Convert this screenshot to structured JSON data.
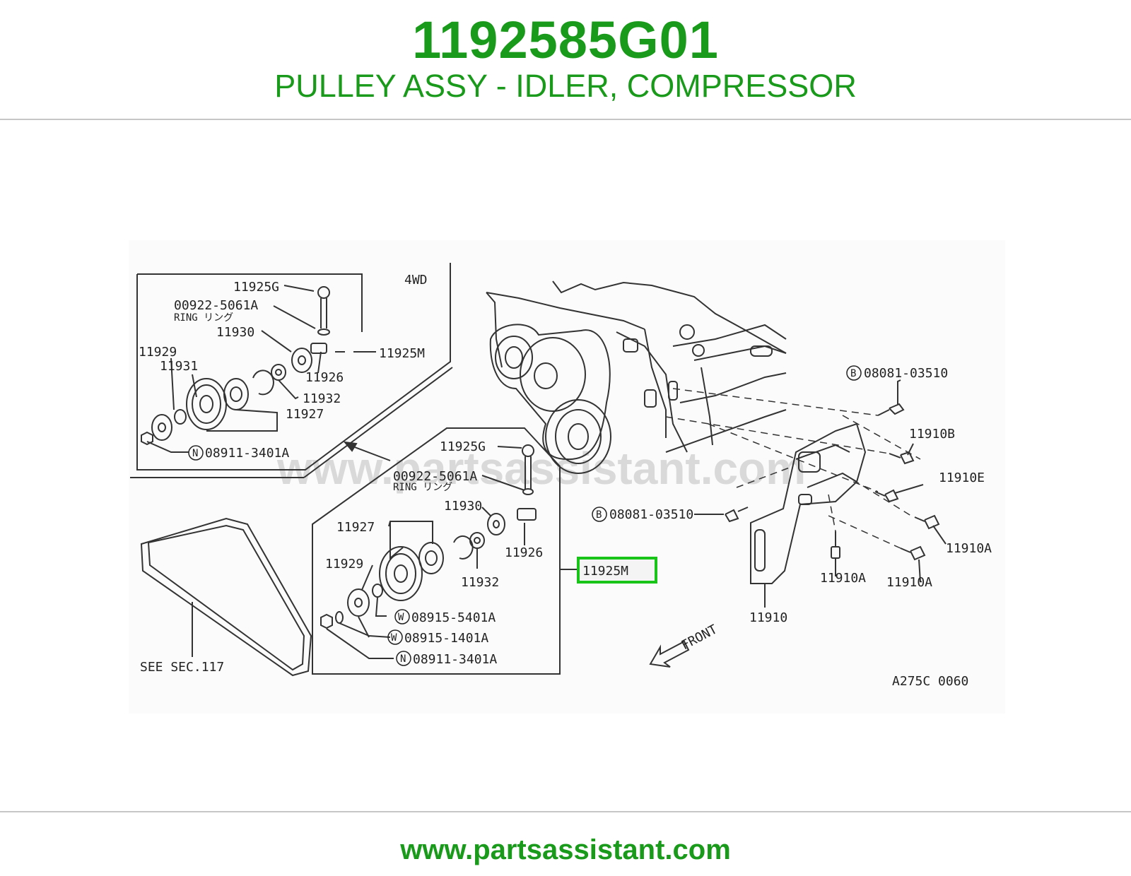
{
  "header": {
    "part_number": "1192585G01",
    "description": "PULLEY ASSY - IDLER, COMPRESSOR"
  },
  "footer": {
    "url": "www.partsassistant.com"
  },
  "colors": {
    "brand_green": "#1a9a1a",
    "highlight_green": "#18c418",
    "line": "#333333"
  },
  "diagram": {
    "watermark": "www.partsassistant.com",
    "inset_title": "4WD",
    "inset": {
      "bolt": "11925G",
      "ring_part": "00922-5061A",
      "ring_text": "RING リング",
      "washer": "11930",
      "pulley_washer": "11929",
      "bearing": "11931",
      "shaft": "11926",
      "spacer": "11932",
      "pulley": "11927",
      "nut_code": "N",
      "nut": "08911-3401A",
      "assy": "11925M"
    },
    "main": {
      "bolt": "11925G",
      "ring_part": "00922-5061A",
      "ring_text": "RING リング",
      "washer": "11930",
      "pulley": "11927",
      "pulley_washer": "11929",
      "shaft": "11926",
      "spacer": "11932",
      "assy_highlight": "11925M",
      "washer_code": "W",
      "washer1": "08915-5401A",
      "washer2": "08915-1401A",
      "nut_code": "N",
      "nut": "08911-3401A"
    },
    "belt_note": "SEE SEC.117",
    "bracket": {
      "bolt_code": "B",
      "bolt_top": "08081-03510",
      "bolt_left": "08081-03510",
      "b": "11910B",
      "e": "11910E",
      "a1": "11910A",
      "a2": "11910A",
      "a3": "11910A",
      "bracket": "11910"
    },
    "front_label": "FRONT",
    "diagram_code": "A275C 0060"
  }
}
